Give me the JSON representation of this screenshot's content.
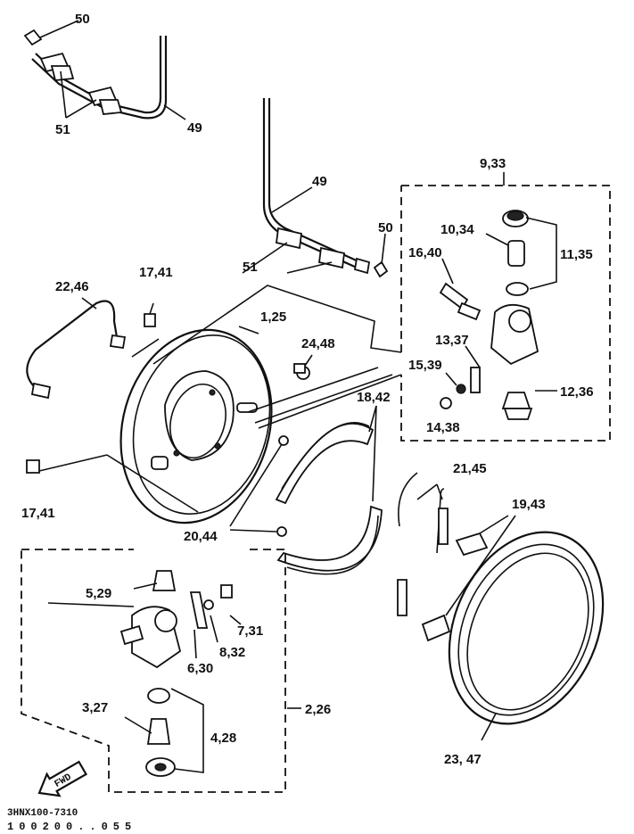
{
  "labels": {
    "l50_top": "50",
    "l51_top": "51",
    "l49_top": "49",
    "l49_mid": "49",
    "l50_mid": "50",
    "l51_mid": "51",
    "l9_33": "9,33",
    "l10_34": "10,34",
    "l11_35": "11,35",
    "l16_40": "16,40",
    "l13_37": "13,37",
    "l15_39": "15,39",
    "l12_36": "12,36",
    "l14_38": "14,38",
    "l22_46": "22,46",
    "l17_41_top": "17,41",
    "l1_25": "1,25",
    "l24_48": "24,48",
    "l18_42": "18,42",
    "l17_41_bot": "17,41",
    "l21_45": "21,45",
    "l19_43": "19,43",
    "l20_44": "20,44",
    "l5_29": "5,29",
    "l7_31": "7,31",
    "l8_32": "8,32",
    "l6_30": "6,30",
    "l2_26": "2,26",
    "l3_27": "3,27",
    "l4_28": "4,28",
    "l23_47": "23, 47"
  },
  "fwd_badge": "FWD",
  "drawing_code": "3HNX100-7310",
  "footer_scan_text": "100200..055"
}
